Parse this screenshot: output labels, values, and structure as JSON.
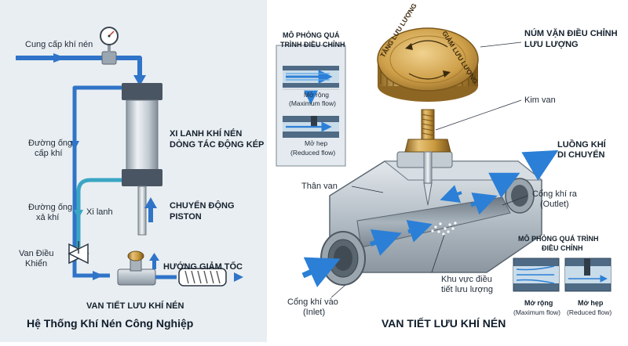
{
  "left": {
    "title": "Hệ Thống Khí Nén Công Nghiệp",
    "supply_label": "Cung cấp khí nén",
    "supply_pipe_label": [
      "Đường ống",
      "cấp khí"
    ],
    "exhaust_pipe_label": [
      "Đường ống",
      "xả khí"
    ],
    "control_valve_label": [
      "Van Điều",
      "Khiển"
    ],
    "cylinder_label": [
      "XI LANH KHÍ NÉN",
      "DÒNG TÁC ĐỘNG KÉP"
    ],
    "cylinder_body_label": "Xi lanh",
    "piston_label": [
      "CHUYỂN ĐỘNG",
      "PISTON"
    ],
    "deceleration_label": "HƯỚNG GIẢM TỐC",
    "throttle_valve_label": "VAN TIẾT LƯU KHÍ NÉN"
  },
  "right": {
    "title": "VAN TIẾT LƯU KHÍ NÉN",
    "sim_top_title": [
      "MÔ PHỎNG QUÁ",
      "TRÌNH ĐIỀU CHỈNH"
    ],
    "sim_top_open": [
      "Mở rộng",
      "(Maximum flow)"
    ],
    "sim_top_narrow": [
      "Mở hẹp",
      "(Reduced flow)"
    ],
    "knob_label": [
      "NÚM VẶN ĐIỀU CHỈNH",
      "LƯU LƯỢNG"
    ],
    "knob_text_left": "TĂNG LƯU LƯỢNG",
    "knob_text_right": "GIẢM LƯU LƯỢNG",
    "needle_label": "Kim van",
    "airflow_label": [
      "LUỒNG KHÍ",
      "DI CHUYỂN"
    ],
    "body_label": "Thân van",
    "outlet_label": [
      "Cổng khí ra",
      "(Outlet)"
    ],
    "inlet_label": [
      "Cổng khí vào",
      "(Inlet)"
    ],
    "control_zone_label": [
      "Khu vực điều",
      "tiết lưu lượng"
    ],
    "sim_bottom_title": [
      "MÔ PHỎNG QUÁ TRÌNH",
      "ĐIỀU CHỈNH"
    ],
    "sim_bottom_open": [
      "Mở rộng",
      "(Maximum flow)"
    ],
    "sim_bottom_narrow": [
      "Mở hẹp",
      "(Reduced flow)"
    ]
  },
  "colors": {
    "panel_bg": "#e9eef2",
    "pipe_blue": "#2f74c8",
    "pipe_teal": "#3aa6c4",
    "flow_blue": "#2b7fd6",
    "brass": "#c9993e",
    "metal": "#b9c3cb"
  }
}
